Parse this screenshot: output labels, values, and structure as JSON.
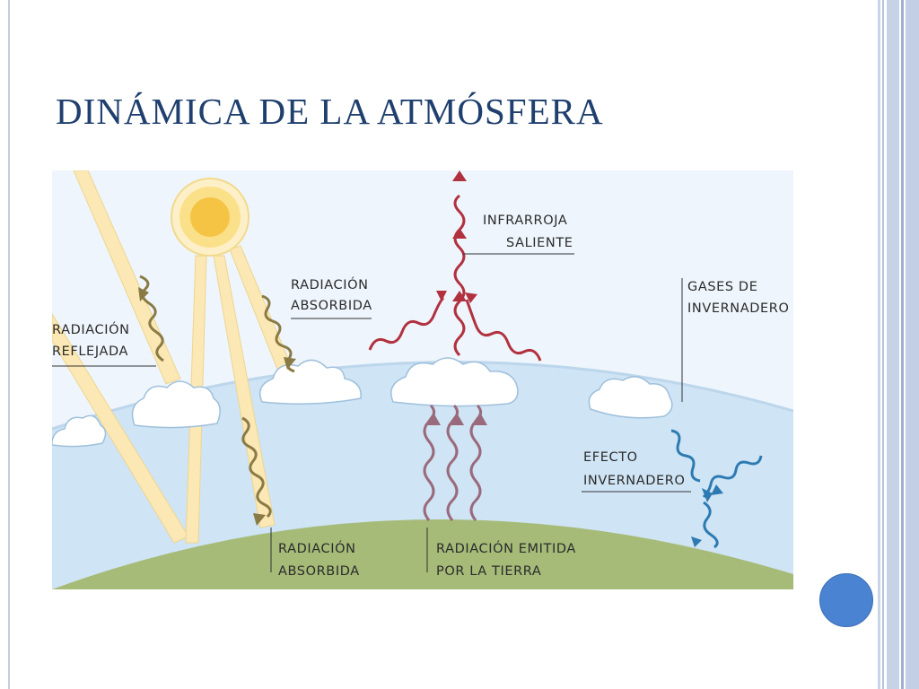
{
  "slide": {
    "title": "DINÁMICA DE LA ATMÓSFERA"
  },
  "diagram": {
    "labels": {
      "radiacion_reflejada": [
        "RADIACIÓN",
        "REFLEJADA"
      ],
      "radiacion_absorbida_top": [
        "RADIACIÓN",
        "ABSORBIDA"
      ],
      "infrarroja_saliente": [
        "INFRARROJA",
        "SALIENTE"
      ],
      "gases_invernadero": [
        "GASES DE",
        "INVERNADERO"
      ],
      "efecto_invernadero": [
        "EFECTO",
        "INVERNADERO"
      ],
      "radiacion_absorbida_bottom": [
        "RADIACIÓN",
        "ABSORBIDA"
      ],
      "radiacion_emitida": [
        "RADIACIÓN EMITIDA",
        "POR LA TIERRA"
      ]
    },
    "colors": {
      "sky": "#eef5fc",
      "atmosphere": "#cfe4f4",
      "ground": "#a6bb78",
      "sun": "#f6c445",
      "beam": "#fbe8b4",
      "reflected_wave": "#8a7a45",
      "outgoing_infrared": "#b2313f",
      "earth_emission": "#9a6a7c",
      "greenhouse_wave": "#2d7ab3"
    }
  },
  "theme": {
    "accent": "#4a83d1",
    "title_color": "#1f3f6e"
  }
}
